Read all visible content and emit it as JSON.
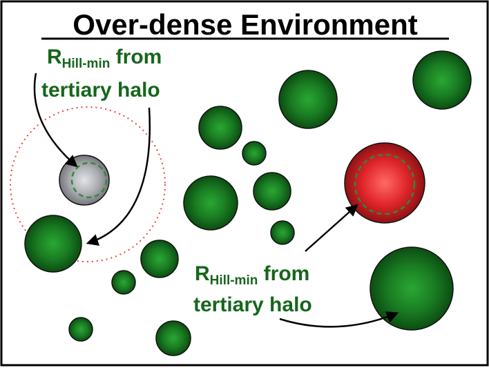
{
  "title": "Over-dense  Environment",
  "annotations": {
    "left": {
      "line1_symbol": "R",
      "line1_subscript": "Hill-min",
      "line1_rest": " from",
      "line2": "tertiary halo"
    },
    "right": {
      "line1_symbol": "R",
      "line1_subscript": "Hill-min",
      "line1_rest": " from",
      "line2": "tertiary halo"
    }
  },
  "colors": {
    "halo_green": "#1a7d23",
    "halo_gray": "#a9abb0",
    "halo_red": "#e0262b",
    "hill_radius_dotted": "#e4433f",
    "inner_dashed": "#2f8a36",
    "label_green": "#16661c",
    "border": "#000000"
  }
}
